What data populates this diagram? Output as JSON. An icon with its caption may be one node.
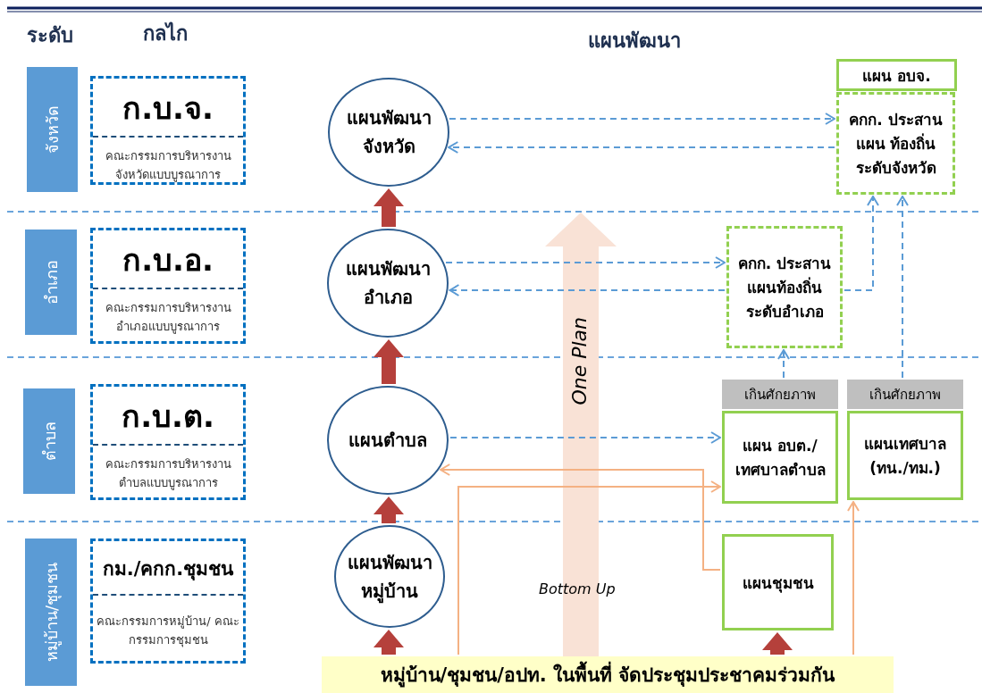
{
  "diagram": {
    "nodes": [
      {
        "text": [
          "จังหวัด"
        ]
      },
      {
        "text": [
          "ก.บ.จ.",
          "คณะกรรมการบริหารงาน จังหวัดแบบบูรณาการ"
        ]
      },
      {
        "text": [
          "แผนพัฒนา จังหวัด"
        ]
      },
      {
        "text": [
          "แผน อบจ."
        ]
      },
      {
        "text": [
          "คกก. ประสานแผน ท้องถิ่น ระดับจังหวัด"
        ]
      },
      {
        "text": [
          "อำเภอ"
        ]
      },
      {
        "text": [
          "ก.บ.อ.",
          "คณะกรรมการบริหารงาน อำเภอแบบบูรณาการ"
        ]
      },
      {
        "text": [
          "แผนพัฒนา อำเภอ"
        ]
      },
      {
        "text": [
          "คกก. ประสาน แผนท้องถิ่น ระดับอำเภอ"
        ]
      },
      {
        "text": [
          "ตำบล"
        ]
      },
      {
        "text": [
          "ก.บ.ต.",
          "คณะกรรมการบริหารงาน ตำบลแบบบูรณาการ"
        ]
      },
      {
        "text": [
          "แผนตำบล"
        ]
      },
      {
        "text": [
          "เกินศักยภาพ"
        ]
      },
      {
        "text": [
          "แผน อบต./ เทศบาลตำบล"
        ]
      },
      {
        "text": [
          "เกินศักยภาพ"
        ]
      },
      {
        "text": [
          "แผนเทศบาล (ทน./ทม.)"
        ]
      },
      {
        "text": [
          "หมู่บ้าน/ชุมชน"
        ]
      },
      {
        "text": [
          "กม./คกก.ชุมชน",
          "คณะกรรมการหมู่บ้าน/ คณะกรรมการชุมชน"
        ]
      },
      {
        "text": [
          "แผนพัฒนา หมู่บ้าน"
        ]
      },
      {
        "text": [
          "แผนชุมชน"
        ]
      },
      {
        "text": [
          "หมู่บ้าน/ชุมชน/อปท. ในพื้นที่ จัดประชุมประชาคมร่วมกัน"
        ]
      }
    ],
    "edges": [
      {
        "from": 2,
        "to": 4,
        "arrow": "to",
        "style": "dashed"
      },
      {
        "from": 4,
        "to": 2,
        "arrow": "to",
        "style": "dashed"
      },
      {
        "from": 7,
        "to": 2,
        "arrow": "to",
        "style": "thick",
        "color": "#b5403b"
      },
      {
        "from": 7,
        "to": 8,
        "arrow": "to",
        "style": "dashed"
      },
      {
        "from": 8,
        "to": 7,
        "arrow": "to",
        "style": "dashed"
      },
      {
        "from": 8,
        "to": 4,
        "arrow": "to",
        "style": "dashed"
      },
      {
        "from": 12,
        "to": 8,
        "arrow": "to",
        "style": "dashed"
      },
      {
        "from": 14,
        "to": 4,
        "arrow": "to",
        "style": "dashed"
      },
      {
        "from": 11,
        "to": 7,
        "arrow": "to",
        "style": "thick",
        "color": "#b5403b"
      },
      {
        "from": 11,
        "to": 13,
        "arrow": "to",
        "style": "dashed"
      },
      {
        "from": 18,
        "to": 11,
        "arrow": "to",
        "style": "thick",
        "color": "#b5403b"
      },
      {
        "from": 20,
        "to": 18,
        "arrow": "to",
        "style": "thick",
        "color": "#b5403b"
      },
      {
        "from": 20,
        "to": 19,
        "arrow": "to",
        "style": "thick",
        "color": "#b5403b"
      },
      {
        "from": 19,
        "to": 11,
        "arrow": "to",
        "color": "#f4b183"
      },
      {
        "from": 20,
        "to": 13,
        "arrow": "to",
        "color": "#f4b183"
      },
      {
        "from": 20,
        "to": 15,
        "arrow": "to",
        "color": "#f4b183"
      }
    ],
    "labels": [
      "ระดับ",
      "กลไก",
      "แผนพัฒนา",
      "One Plan",
      "Bottom Up"
    ]
  }
}
